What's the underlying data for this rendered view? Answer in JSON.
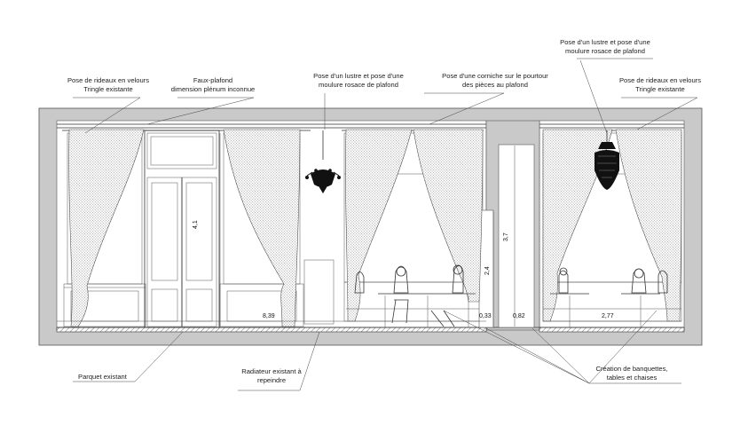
{
  "annotations": {
    "curtains_left": [
      "Pose de rideaux en velours",
      "Tringle existante"
    ],
    "false_ceiling": [
      "Faux-plafond",
      "dimension plénum inconnue"
    ],
    "chandelier_center": [
      "Pose d'un lustre et pose d'une",
      "moulure rosace de plafond"
    ],
    "cornice": [
      "Pose d'une corniche sur le pourtour",
      "des pièces au plafond"
    ],
    "chandelier_right": [
      "Pose d'un lustre et pose d'une",
      "moulure rosace de plafond"
    ],
    "curtains_right": [
      "Pose de rideaux en velours",
      "Tringle existante"
    ],
    "parquet": [
      "Parquet existant"
    ],
    "radiator": [
      "Radiateur existant à",
      "repeindre"
    ],
    "banquettes": [
      "Création de banquettes,",
      "tables et chaises"
    ]
  },
  "dimensions": {
    "door_height": "4,1",
    "wall_length": "8,39",
    "pillar_height": "3,7",
    "window_sill_height": "2,4",
    "gap_a": "0,33",
    "gap_b": "0,82",
    "right_section": "2,77"
  },
  "colors": {
    "wall": "#c9c9c9",
    "line": "#333333"
  }
}
